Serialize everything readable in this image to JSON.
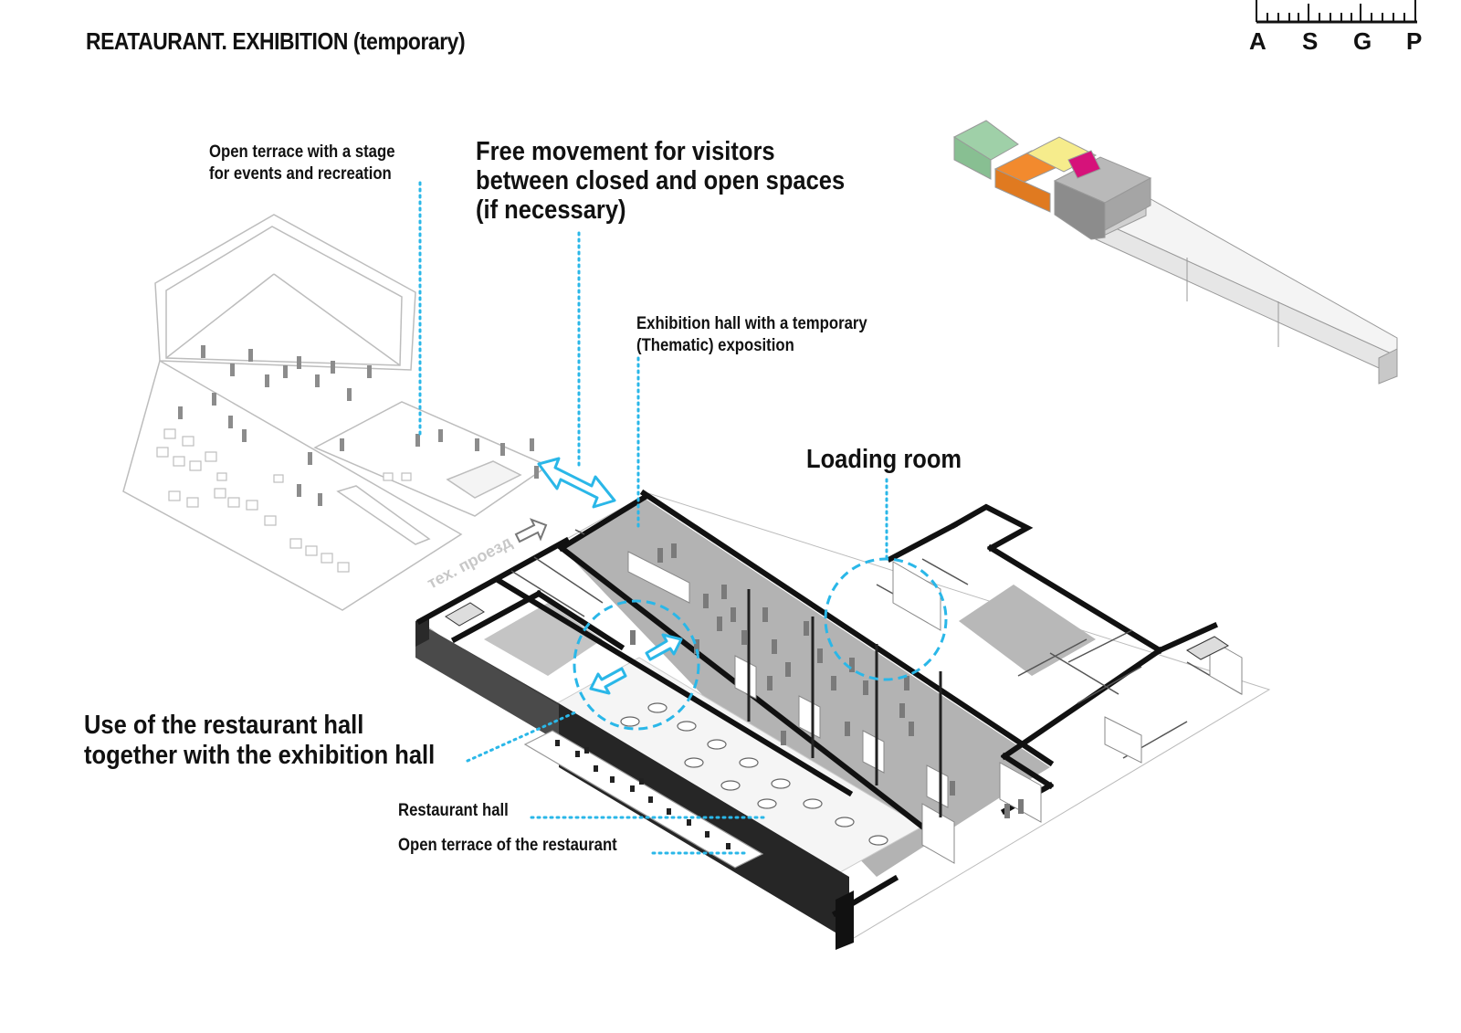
{
  "title": "REATAURANT. EXHIBITION (temporary)",
  "logo": {
    "letters": [
      "A",
      "S",
      "G",
      "P"
    ]
  },
  "labels": {
    "open_terrace_stage": [
      "Open terrace with a stage",
      "for events and recreation"
    ],
    "free_movement": [
      "Free movement for visitors",
      "between closed and open spaces",
      "(if necessary)"
    ],
    "exhibition_hall": [
      "Exhibition hall with a temporary",
      "(Thematic) exposition"
    ],
    "loading_room": "Loading room",
    "restaurant_use": [
      "Use of the restaurant hall",
      "together with the exhibition hall"
    ],
    "restaurant_hall": "Restaurant hall",
    "restaurant_terrace": "Open terrace of the restaurant",
    "tech_passage": "тех. проезд"
  },
  "colors": {
    "accent_cyan": "#2ab7e8",
    "wall_dark": "#111111",
    "floor_gray": "#b3b3b3",
    "zone_green": "#9fd0a8",
    "zone_orange": "#f28a2e",
    "zone_yellow": "#f6ec8c",
    "zone_magenta": "#d6127a",
    "zone_gray": "#8c8c8c"
  },
  "icons": [
    "double-arrow-icon",
    "outline-arrow-icon",
    "dotted-circle-icon"
  ]
}
